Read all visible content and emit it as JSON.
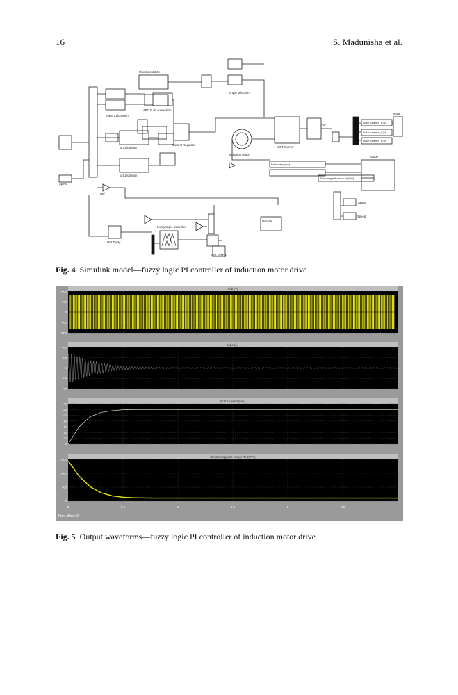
{
  "header": {
    "page_number": "16",
    "running_author": "S. Madunisha et al."
  },
  "figure4": {
    "label": "Fig. 4",
    "caption": "Simulink model—fuzzy logic PI controller of induction motor drive",
    "blocks": {
      "flux_calc": "Flux Calculation",
      "torque_sel": "Torque selection",
      "theta_calc": "Theta Calculation",
      "id_calc": "Id Calculation",
      "iq_calc": "Iq Calculation",
      "abc_conv": "ABC to dq conversion",
      "current_reg": "Current Regulator",
      "induction_motor": "Induction Motor",
      "igbt": "IGBT inverter",
      "vdc": "VDC",
      "scope_motor": "Motor",
      "scope_main": "Scope",
      "fuzzy": "Fuzzy Logic Controller",
      "unit_delay_1": "Unit Delay",
      "unit_delay_2": "Unit Delay1",
      "discrete": "Discrete",
      "speed": "Speed",
      "ref": "Ref",
      "torque": "Torque",
      "speed_out": "Speed"
    },
    "signals": [
      "Stator current is_a (A)",
      "Stator current is_b (A)",
      "Stator current is_c (A)",
      "Rotor speed (wm)",
      "Electromagnetic torque Te (N*m)"
    ]
  },
  "figure5": {
    "label": "Fig. 5",
    "caption": "Output waveforms—fuzzy logic PI controller of induction motor drive",
    "status_text": "Time offset:  0",
    "colors": {
      "background": "#000000",
      "trace": "#e8e61a",
      "titlebar": "#bfbfbf",
      "frame": "#9a9a9a"
    },
    "chart_data": [
      {
        "type": "line",
        "title": "Vab (V)",
        "ylim": [
          -1000,
          1000
        ],
        "yticks": [
          "1000",
          "500",
          "0",
          "-500",
          "-1000"
        ],
        "description_values": {
          "x": [
            0,
            3
          ],
          "envelope": [
            -800,
            800
          ]
        }
      },
      {
        "type": "line",
        "title": "Iabc (A)",
        "ylim": [
          -400,
          400
        ],
        "yticks": [
          "400",
          "200",
          "0",
          "-200",
          "-400"
        ],
        "series": [
          {
            "values_x": [
              0,
              0.2,
              0.4,
              0.6,
              0.8,
              1.0,
              3.0
            ],
            "amplitude": [
              300,
              150,
              60,
              25,
              15,
              10,
              10
            ]
          }
        ]
      },
      {
        "type": "line",
        "title": "Rotor speed (wm)",
        "ylim": [
          0,
          140
        ],
        "yticks": [
          "140",
          "120",
          "100",
          "80",
          "60",
          "40",
          "20",
          "0"
        ],
        "series": [
          {
            "x": [
              0,
              0.1,
              0.2,
              0.3,
              0.4,
              0.5,
              0.6,
              0.8,
              1.0,
              3.0
            ],
            "y": [
              0,
              60,
              95,
              110,
              116,
              119,
              120,
              120,
              120,
              120
            ]
          }
        ]
      },
      {
        "type": "line",
        "title": "Electromagnetic torque Te (N*m)",
        "ylim": [
          0,
          1500
        ],
        "yticks": [
          "1500",
          "1000",
          "500",
          "0"
        ],
        "series": [
          {
            "x": [
              0,
              0.1,
              0.2,
              0.3,
              0.4,
              0.5,
              0.6,
              0.8,
              1.0,
              3.0
            ],
            "y": [
              1450,
              900,
              520,
              300,
              190,
              140,
              120,
              110,
              110,
              110
            ]
          }
        ]
      }
    ],
    "xticks": [
      "0",
      "0.5",
      "1",
      "1.5",
      "2",
      "2.5"
    ],
    "xlim": [
      0,
      3
    ]
  }
}
